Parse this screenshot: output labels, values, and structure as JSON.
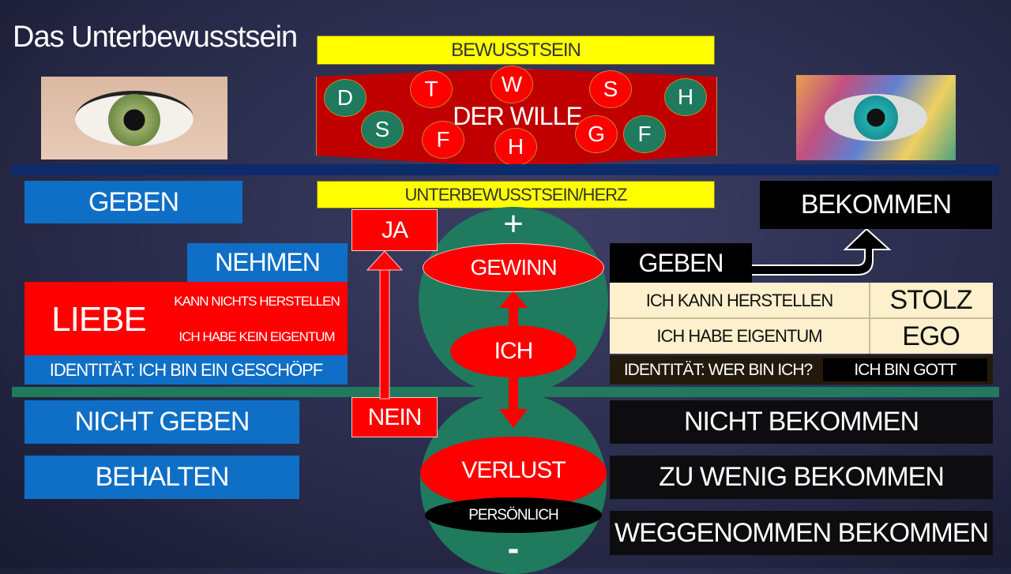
{
  "title": "Das Unterbewusstsein",
  "top": {
    "bewusstsein": "BEWUSSTSEIN",
    "der_wille": "DER WILLE",
    "bubbles": [
      {
        "letter": "D",
        "color": "green"
      },
      {
        "letter": "S",
        "color": "green"
      },
      {
        "letter": "T",
        "color": "red"
      },
      {
        "letter": "F",
        "color": "red"
      },
      {
        "letter": "W",
        "color": "red"
      },
      {
        "letter": "H",
        "color": "red"
      },
      {
        "letter": "S",
        "color": "red"
      },
      {
        "letter": "G",
        "color": "red"
      },
      {
        "letter": "F",
        "color": "green"
      },
      {
        "letter": "H",
        "color": "green"
      }
    ]
  },
  "middle": {
    "unterbewusstsein": "UNTERBEWUSSTSEIN/HERZ",
    "ja": "JA",
    "nein": "NEIN",
    "plus": "+",
    "minus": "-",
    "gewinn": "GEWINN",
    "ich": "ICH",
    "verlust": "VERLUST",
    "persoenlich": "PERSÖNLICH"
  },
  "left": {
    "geben": "GEBEN",
    "nehmen": "NEHMEN",
    "liebe": "LIEBE",
    "kann_nichts": "KANN NICHTS HERSTELLEN",
    "kein_eigentum": "ICH HABE KEIN EIGENTUM",
    "identitaet": "IDENTITÄT: ICH BIN EIN GESCHÖPF",
    "nicht_geben": "NICHT GEBEN",
    "behalten": "BEHALTEN"
  },
  "right": {
    "bekommen": "BEKOMMEN",
    "geben": "GEBEN",
    "kann_herstellen": "ICH KANN HERSTELLEN",
    "stolz": "STOLZ",
    "eigentum": "ICH HABE EIGENTUM",
    "ego": "EGO",
    "identitaet": "IDENTITÄT: WER BIN ICH?",
    "ich_bin_gott": "ICH BIN GOTT",
    "nicht_bekommen": "NICHT BEKOMMEN",
    "zu_wenig": "ZU WENIG BEKOMMEN",
    "weggenommen": "WEGGENOMMEN BEKOMMEN"
  },
  "colors": {
    "blue": "#0f6fc6",
    "red": "#ff0000",
    "green": "#1f7a5e",
    "yellow": "#ffff00",
    "navy_line": "#0d2a6b",
    "cream": "#fdf0cc"
  }
}
